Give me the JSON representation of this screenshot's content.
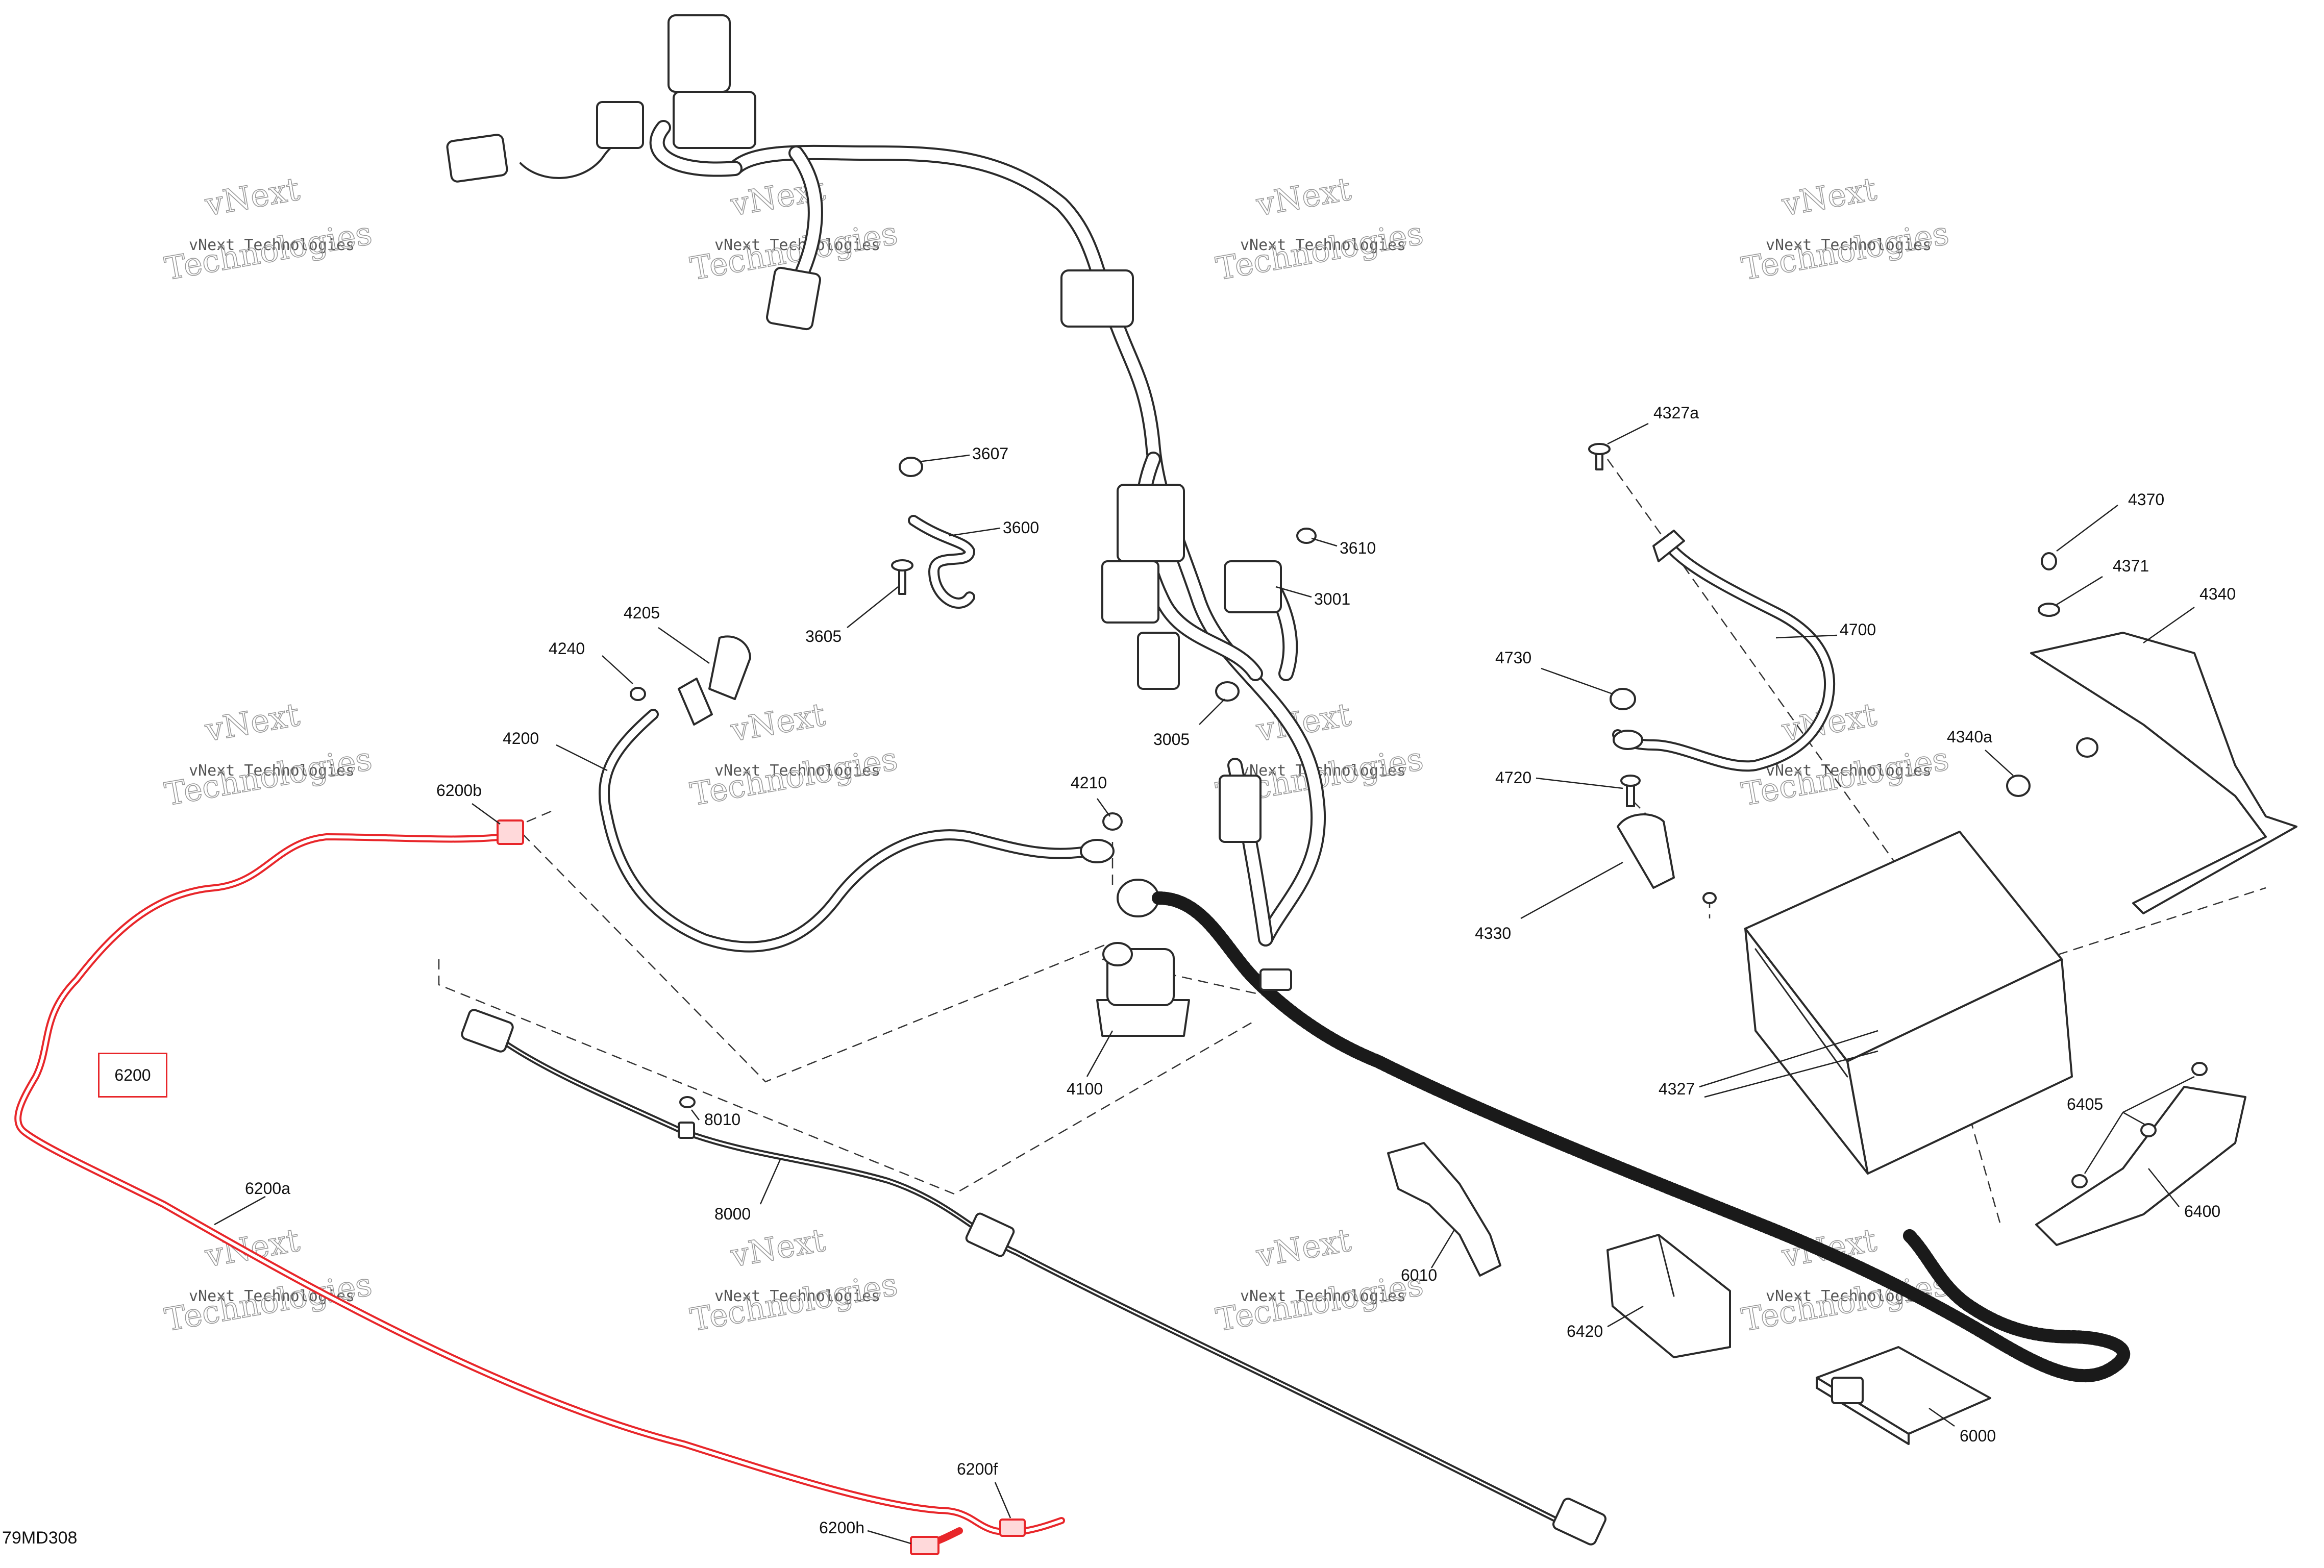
{
  "diagram_id": "79MD308",
  "highlighted_part": "6200",
  "watermark": {
    "line1": "vNext Technologies",
    "line2": "Technologies",
    "line3": "vNext"
  },
  "callouts": [
    {
      "id": "3607",
      "label": "3607"
    },
    {
      "id": "3600",
      "label": "3600"
    },
    {
      "id": "3605",
      "label": "3605"
    },
    {
      "id": "3610",
      "label": "3610"
    },
    {
      "id": "3001",
      "label": "3001"
    },
    {
      "id": "3005",
      "label": "3005"
    },
    {
      "id": "4205",
      "label": "4205"
    },
    {
      "id": "4240",
      "label": "4240"
    },
    {
      "id": "4200",
      "label": "4200"
    },
    {
      "id": "4210",
      "label": "4210"
    },
    {
      "id": "4100",
      "label": "4100"
    },
    {
      "id": "6200b",
      "label": "6200b"
    },
    {
      "id": "6200a",
      "label": "6200a"
    },
    {
      "id": "6200f",
      "label": "6200f"
    },
    {
      "id": "6200h",
      "label": "6200h"
    },
    {
      "id": "8010",
      "label": "8010"
    },
    {
      "id": "8000",
      "label": "8000"
    },
    {
      "id": "4327a",
      "label": "4327a"
    },
    {
      "id": "4700",
      "label": "4700"
    },
    {
      "id": "4730",
      "label": "4730"
    },
    {
      "id": "4720",
      "label": "4720"
    },
    {
      "id": "4330",
      "label": "4330"
    },
    {
      "id": "4327",
      "label": "4327"
    },
    {
      "id": "4370",
      "label": "4370"
    },
    {
      "id": "4371",
      "label": "4371"
    },
    {
      "id": "4340",
      "label": "4340"
    },
    {
      "id": "4340a",
      "label": "4340a"
    },
    {
      "id": "6405",
      "label": "6405"
    },
    {
      "id": "6400",
      "label": "6400"
    },
    {
      "id": "6010",
      "label": "6010"
    },
    {
      "id": "6420",
      "label": "6420"
    },
    {
      "id": "6000",
      "label": "6000"
    }
  ]
}
